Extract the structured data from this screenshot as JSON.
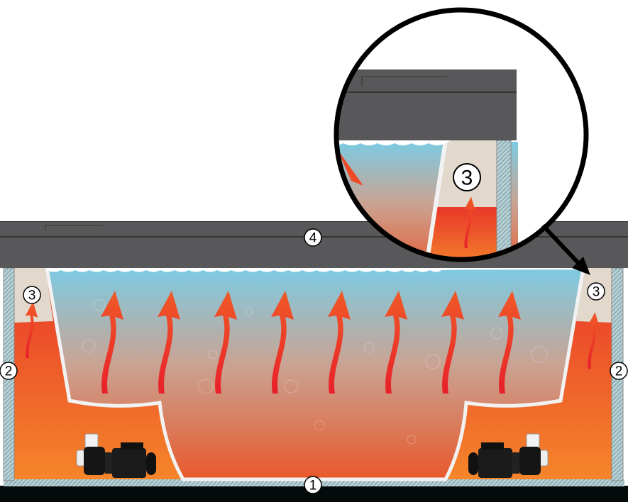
{
  "diagram": {
    "labels": {
      "base": "1",
      "insulation_left": "2",
      "insulation_right": "2",
      "foam_left": "3",
      "foam_right": "3",
      "foam_magnified": "3",
      "cover": "4"
    },
    "colors": {
      "cover": "#58585a",
      "water_top": "#7ccbe3",
      "water_bottom": "#e9582b",
      "cabinet_top": "#e8372a",
      "cabinet_bottom": "#f5852a",
      "foam": "#e2d8cc",
      "base": "#050a0a",
      "heat_arrow": "#ee3b24"
    }
  }
}
